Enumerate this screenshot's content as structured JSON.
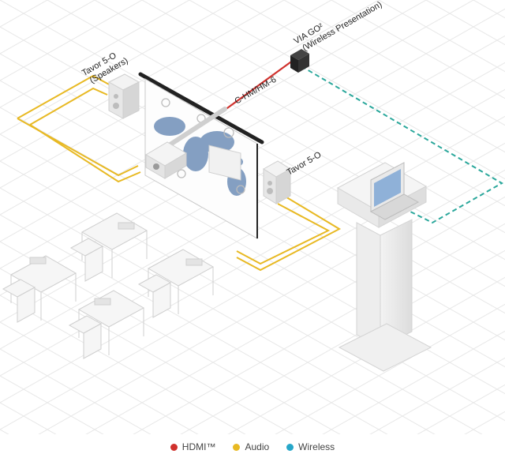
{
  "labels": {
    "speakers_left": {
      "line1": "Tavor 5-O",
      "line2": "(Speakers)"
    },
    "speaker_right": "Tavor 5-O",
    "cable": "C-HM/HM-6",
    "via": {
      "line1": "VIA GO²",
      "line2": "(Wireless Presentation)"
    }
  },
  "legend": [
    {
      "label": "HDMI™",
      "color": "#d0312d"
    },
    {
      "label": "Audio",
      "color": "#e8b923"
    },
    {
      "label": "Wireless",
      "color": "#27a7c9"
    }
  ],
  "colors": {
    "hdmi": "#d0312d",
    "audio": "#e8b923",
    "wireless": "#2aa79b",
    "grid": "#e6e6e6"
  }
}
